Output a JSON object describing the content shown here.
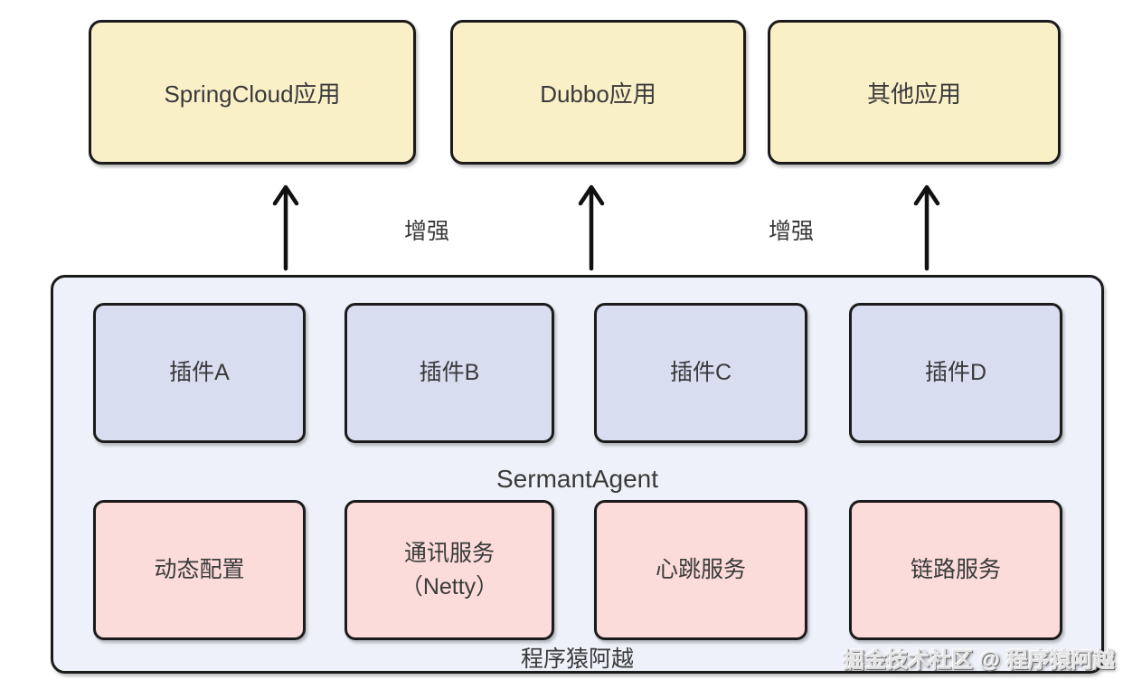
{
  "diagram": {
    "apps": [
      {
        "label": "SpringCloud应用"
      },
      {
        "label": "Dubbo应用"
      },
      {
        "label": "其他应用"
      }
    ],
    "enhance": {
      "left_label": "增强",
      "right_label": "增强"
    },
    "agent": {
      "title": "SermantAgent",
      "plugins": [
        {
          "label": "插件A"
        },
        {
          "label": "插件B"
        },
        {
          "label": "插件C"
        },
        {
          "label": "插件D"
        }
      ],
      "services": [
        {
          "label": "动态配置"
        },
        {
          "label": "通讯服务\n（Netty）"
        },
        {
          "label": "心跳服务"
        },
        {
          "label": "链路服务"
        }
      ],
      "author": "程序猿阿越"
    },
    "watermark": "掘金技术社区 @ 程序猿阿越",
    "icons": {
      "arrow": "up-arrow-icon"
    },
    "colors": {
      "app_box_bg": "#FAF0C8",
      "plugin_box_bg": "#D9DDF0",
      "service_box_bg": "#FBDCDA",
      "agent_panel_bg": "#EEF1F9",
      "border": "#1B1B1B",
      "text": "#3A3A3A",
      "arrow": "#111111",
      "watermark_fill": "#E2E2E2",
      "page_bg": "#FFFFFF"
    }
  }
}
